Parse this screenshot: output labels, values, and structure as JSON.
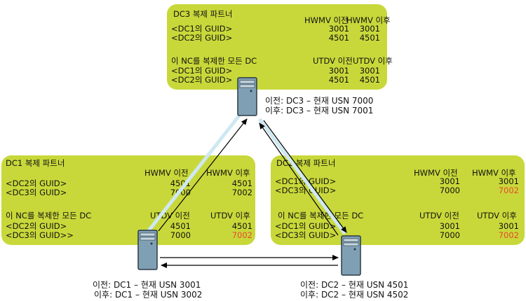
{
  "dc3": {
    "title": "DC3 복제 파트너",
    "hwmv_before": "HWMV 이전",
    "hwmv_after": "HWMV 이후",
    "hwmv_rows": [
      {
        "label": "<DC1의 GUID>",
        "before": "3001",
        "after": "3001",
        "changed": false
      },
      {
        "label": "<DC2의 GUID>",
        "before": "4501",
        "after": "4501",
        "changed": false
      }
    ],
    "nc_title": "이 NC를 복제한 모든 DC",
    "utdv_before": "UTDV 이전",
    "utdv_after": "UTDV 이후",
    "utdv_rows": [
      {
        "label": "<DC1의 GUID>",
        "before": "3001",
        "after": "3001",
        "changed": false
      },
      {
        "label": "<DC2의 GUID>",
        "before": "4501",
        "after": "4501",
        "changed": false
      }
    ],
    "caption_before": "이전: DC3 – 현재 USN 7000",
    "caption_after": "이후: DC3 – 현재 USN 7001"
  },
  "dc1": {
    "title": "DC1 복제 파트너",
    "hwmv_before": "HWMV 이전",
    "hwmv_after": "HWMV 이후",
    "hwmv_rows": [
      {
        "label": "<DC2의 GUID>",
        "before": "4501",
        "after": "4501",
        "changed": false
      },
      {
        "label": "<DC3의 GUID>",
        "before": "7000",
        "after": "7002",
        "changed": false
      }
    ],
    "nc_title": "이 NC를 복제한 모든 DC",
    "utdv_before": "UTDV 이전",
    "utdv_after": "UTDV 이후",
    "utdv_rows": [
      {
        "label": "<DC2의 GUID>",
        "before": "4501",
        "after": "4501",
        "changed": false
      },
      {
        "label": "<DC3의 GUID>>",
        "before": "7000",
        "after": "7002",
        "changed": true
      }
    ],
    "caption_before": "이전: DC1 – 현재 USN 3001",
    "caption_after": "이후: DC1 – 현재 USN 3002"
  },
  "dc2": {
    "title": "DC2 복제 파트너",
    "hwmv_before": "HWMV 이전",
    "hwmv_after": "HWMV 이후",
    "hwmv_rows": [
      {
        "label": "<DC1의 GUID>",
        "before": "3001",
        "after": "3001",
        "changed": false
      },
      {
        "label": "<DC3의 GUID>",
        "before": "7000",
        "after": "7002",
        "changed": true
      }
    ],
    "nc_title": "이 NC를 복제한 모든 DC",
    "utdv_before": "UTDV 이전",
    "utdv_after": "UTDV 이후",
    "utdv_rows": [
      {
        "label": "<DC1의 GUID>",
        "before": "3001",
        "after": "3001",
        "changed": false
      },
      {
        "label": "<DC3의 GUID>",
        "before": "7000",
        "after": "7002",
        "changed": true
      }
    ],
    "caption_before": "이전: DC2 – 현재 USN 4501",
    "caption_after": "이후: DC2 – 현재 USN 4502"
  },
  "colors": {
    "panel": "#c8d83a",
    "changed": "#e8482b",
    "server": "#7fa0b4",
    "link_highlight": "#cfe8f2"
  }
}
